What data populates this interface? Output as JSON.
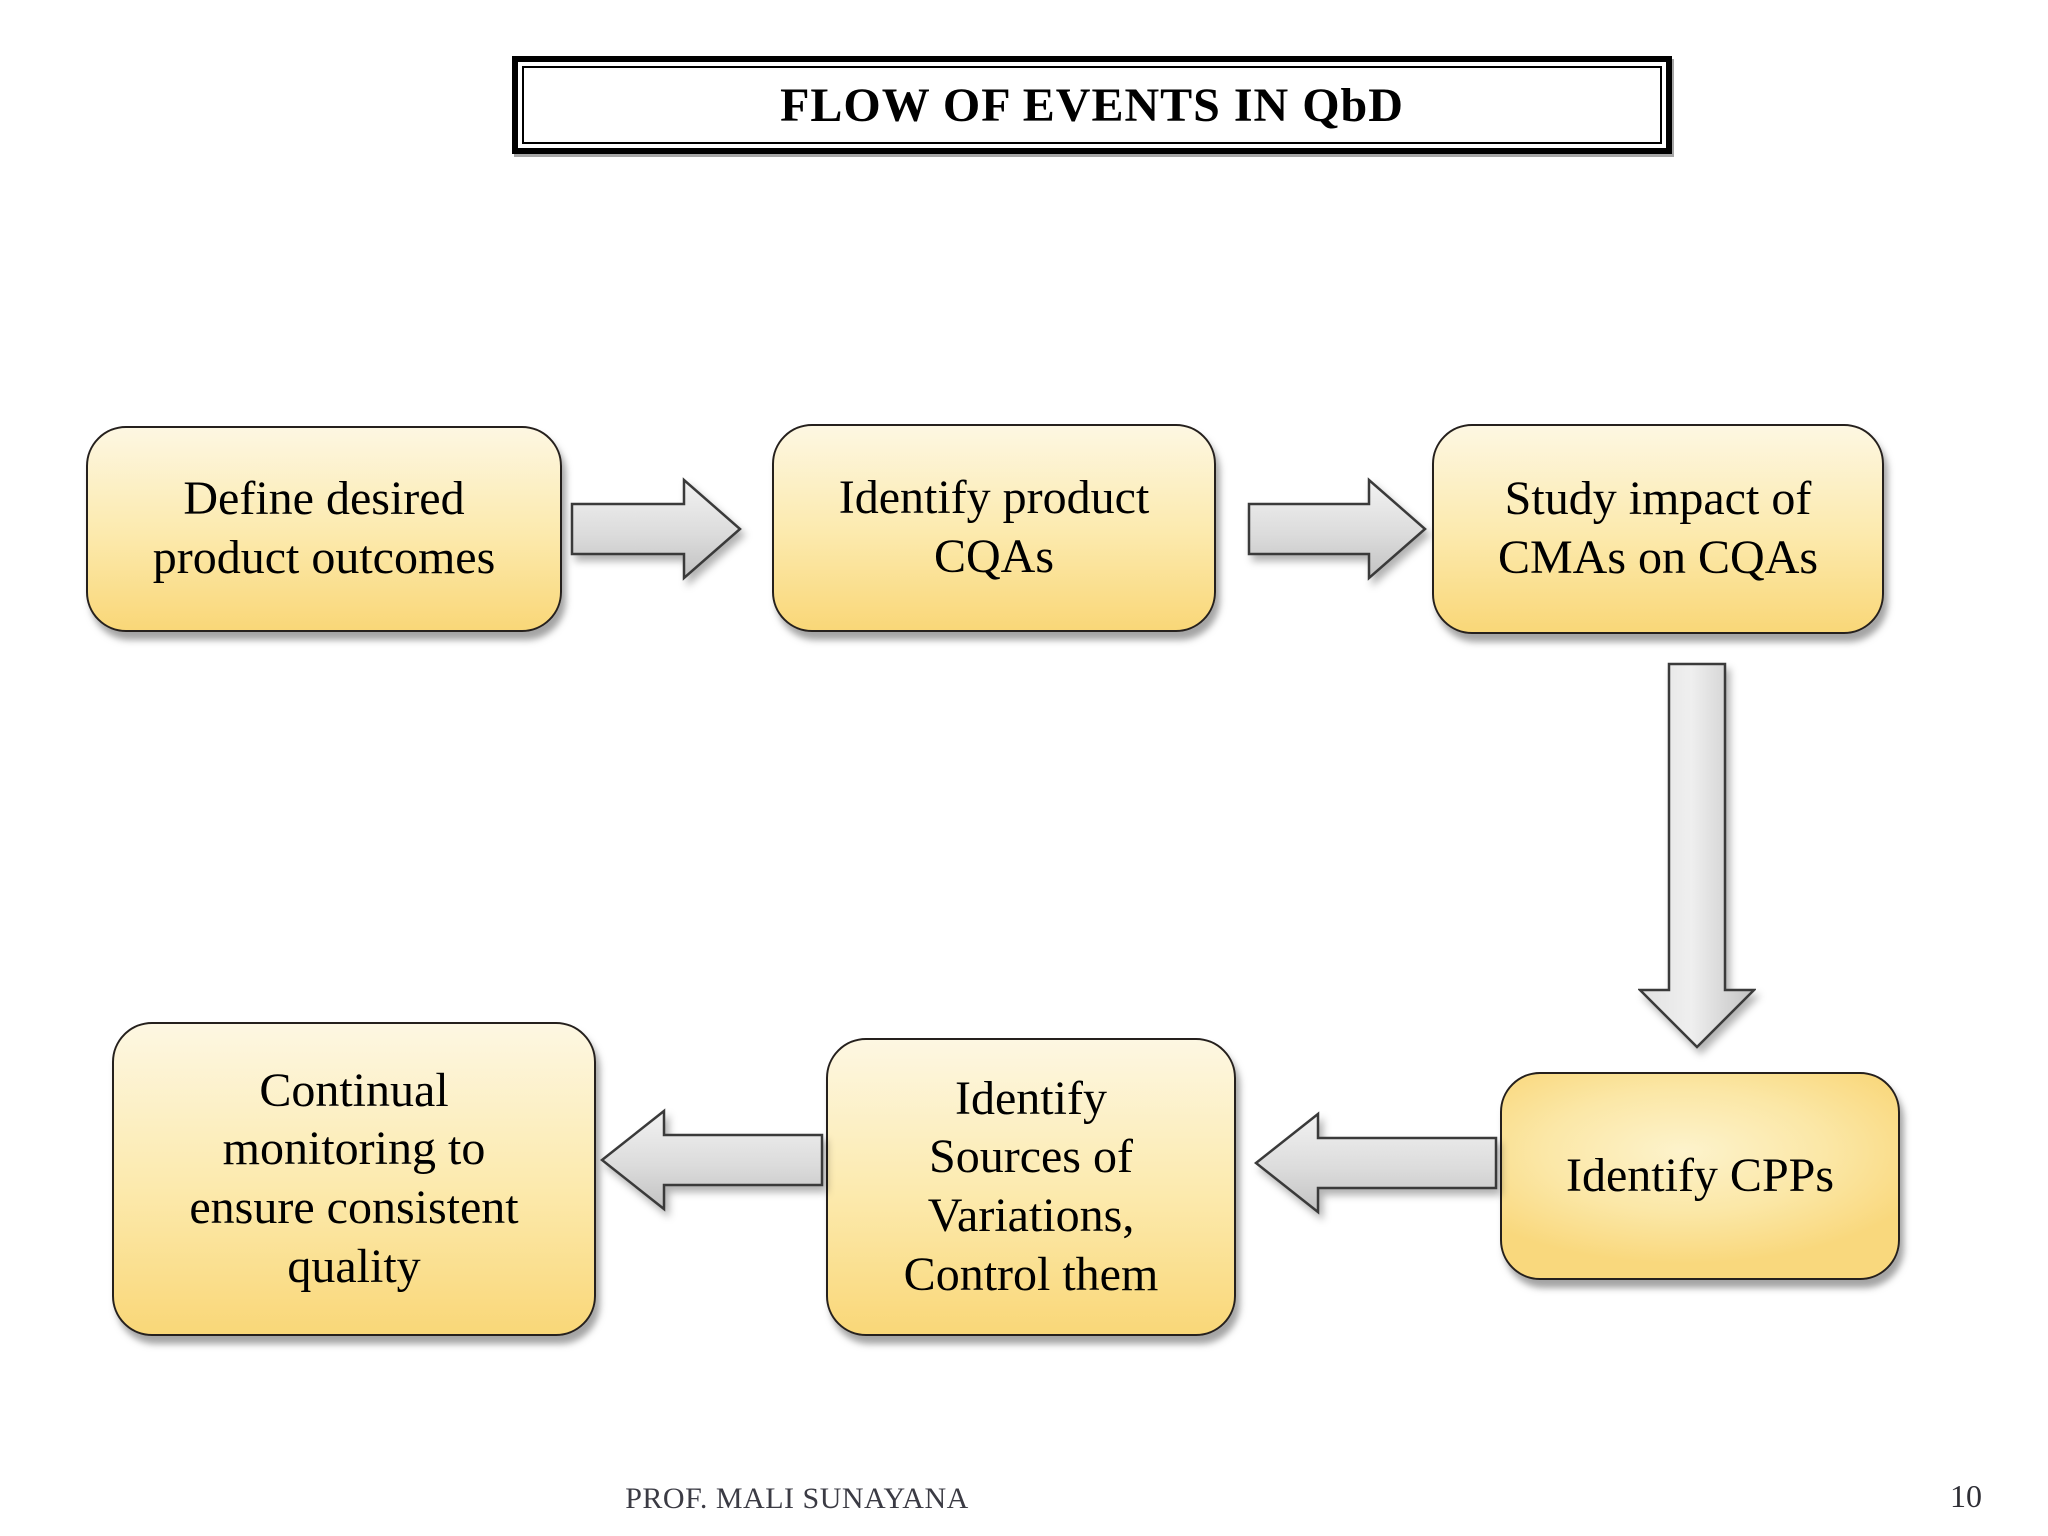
{
  "slide": {
    "title": "FLOW OF EVENTS IN QbD",
    "footer": "PROF. MALI SUNAYANA",
    "page_number": "10"
  },
  "flow": {
    "nodes": [
      {
        "id": "define-outcomes",
        "label": "Define desired product outcomes",
        "lines": [
          "Define desired",
          "product outcomes"
        ]
      },
      {
        "id": "identify-cqas",
        "label": "Identify product CQAs",
        "lines": [
          "Identify product",
          "CQAs"
        ]
      },
      {
        "id": "study-impact",
        "label": "Study impact of CMAs on CQAs",
        "lines": [
          "Study impact of",
          "CMAs on CQAs"
        ]
      },
      {
        "id": "identify-cpps",
        "label": "Identify CPPs",
        "lines": [
          "Identify CPPs"
        ]
      },
      {
        "id": "identify-sources",
        "label": "Identify Sources of Variations, Control them",
        "lines": [
          "Identify",
          "Sources of",
          "Variations,",
          "Control them"
        ]
      },
      {
        "id": "continual-monitoring",
        "label": "Continual monitoring to ensure consistent quality",
        "lines": [
          "Continual",
          "monitoring to",
          "ensure consistent",
          "quality"
        ]
      }
    ],
    "connectors": [
      {
        "from": "define-outcomes",
        "to": "identify-cqas",
        "direction": "right"
      },
      {
        "from": "identify-cqas",
        "to": "study-impact",
        "direction": "right"
      },
      {
        "from": "study-impact",
        "to": "identify-cpps",
        "direction": "down"
      },
      {
        "from": "identify-cpps",
        "to": "identify-sources",
        "direction": "left"
      },
      {
        "from": "identify-sources",
        "to": "continual-monitoring",
        "direction": "left"
      }
    ]
  },
  "colors": {
    "background": "#ffffff",
    "node_fill_top": "#fdf7e2",
    "node_fill_mid": "#fceaae",
    "node_fill_bottom": "#f9d778",
    "node_border": "#25201d",
    "arrow_fill_light": "#efefef",
    "arrow_fill_dark": "#c6c6c6",
    "arrow_border": "#3a3a3a",
    "title_text": "#000000",
    "footer_text": "#3b3b44"
  }
}
